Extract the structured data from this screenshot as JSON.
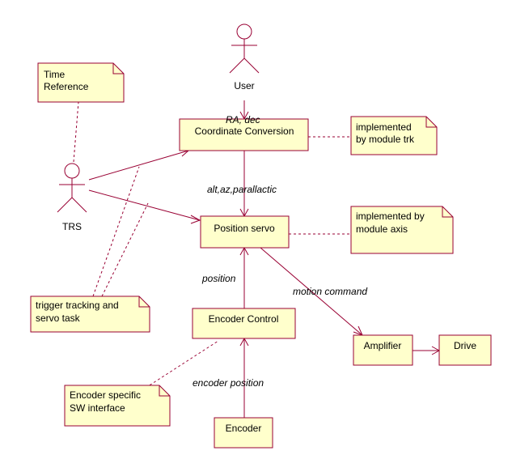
{
  "actors": {
    "user": "User",
    "trs": "TRS"
  },
  "components": {
    "coordinate_conversion": "Coordinate Conversion",
    "position_servo": "Position servo",
    "encoder_control": "Encoder Control",
    "encoder": "Encoder",
    "amplifier": "Amplifier",
    "drive": "Drive"
  },
  "notes": {
    "time_reference": [
      "Time",
      "Reference"
    ],
    "implemented_trk": [
      "implemented",
      "by module trk"
    ],
    "implemented_axis": [
      "implemented by",
      "module axis"
    ],
    "trigger": [
      "trigger tracking and",
      "servo task"
    ],
    "encoder_specific": [
      "Encoder specific",
      "SW interface"
    ]
  },
  "flow_labels": {
    "ra_dec": "RA, dec",
    "alt_az": "alt,az,parallactic",
    "position": "position",
    "motion_command": "motion command",
    "encoder_position": "encoder position"
  },
  "colors": {
    "line": "#990033",
    "fill": "#ffffcc"
  }
}
